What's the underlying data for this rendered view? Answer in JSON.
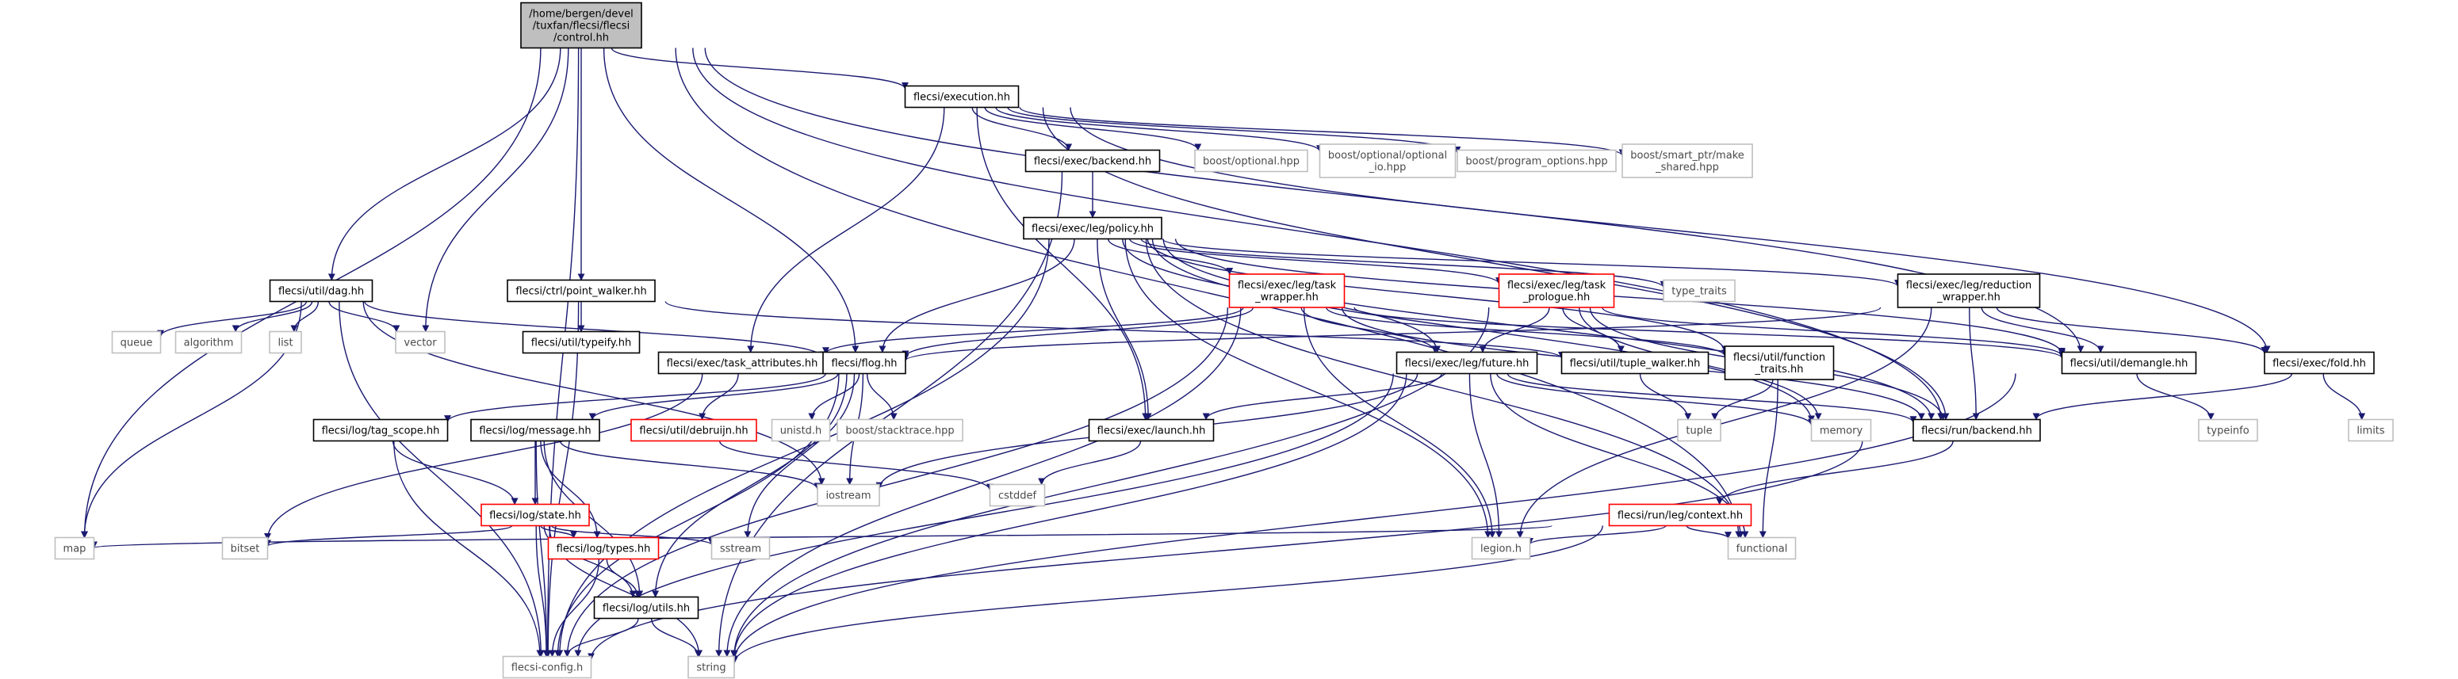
{
  "colors": {
    "edge": "#191970",
    "root_fill": "#bfbfbf",
    "red_border": "#ff0000",
    "grey_border": "#bfbfbf"
  },
  "nodes": [
    {
      "id": "control",
      "lines": [
        "/home/bergen/devel",
        "/tuxfan/flecsi/flecsi",
        "/control.hh"
      ],
      "style": "root"
    },
    {
      "id": "execution",
      "lines": [
        "flecsi/execution.hh"
      ],
      "style": "normal"
    },
    {
      "id": "dag",
      "lines": [
        "flecsi/util/dag.hh"
      ],
      "style": "normal"
    },
    {
      "id": "point_walker",
      "lines": [
        "flecsi/ctrl/point_walker.hh"
      ],
      "style": "normal"
    },
    {
      "id": "exec_backend",
      "lines": [
        "flecsi/exec/backend.hh"
      ],
      "style": "normal"
    },
    {
      "id": "boost_optional",
      "lines": [
        "boost/optional.hpp"
      ],
      "style": "grey"
    },
    {
      "id": "boost_optional_io",
      "lines": [
        "boost/optional/optional",
        "_io.hpp"
      ],
      "style": "grey"
    },
    {
      "id": "boost_program_options",
      "lines": [
        "boost/program_options.hpp"
      ],
      "style": "grey"
    },
    {
      "id": "boost_smart_ptr",
      "lines": [
        "boost/smart_ptr/make",
        "_shared.hpp"
      ],
      "style": "grey"
    },
    {
      "id": "policy",
      "lines": [
        "flecsi/exec/leg/policy.hh"
      ],
      "style": "normal"
    },
    {
      "id": "task_wrapper",
      "lines": [
        "flecsi/exec/leg/task",
        "_wrapper.hh"
      ],
      "style": "red"
    },
    {
      "id": "task_prologue",
      "lines": [
        "flecsi/exec/leg/task",
        "_prologue.hh"
      ],
      "style": "red"
    },
    {
      "id": "type_traits",
      "lines": [
        "type_traits"
      ],
      "style": "grey"
    },
    {
      "id": "reduction_wrapper",
      "lines": [
        "flecsi/exec/leg/reduction",
        "_wrapper.hh"
      ],
      "style": "normal"
    },
    {
      "id": "queue",
      "lines": [
        "queue"
      ],
      "style": "grey"
    },
    {
      "id": "algorithm",
      "lines": [
        "algorithm"
      ],
      "style": "grey"
    },
    {
      "id": "list",
      "lines": [
        "list"
      ],
      "style": "grey"
    },
    {
      "id": "vector",
      "lines": [
        "vector"
      ],
      "style": "grey"
    },
    {
      "id": "typeify",
      "lines": [
        "flecsi/util/typeify.hh"
      ],
      "style": "normal"
    },
    {
      "id": "task_attributes",
      "lines": [
        "flecsi/exec/task_attributes.hh"
      ],
      "style": "normal"
    },
    {
      "id": "flog",
      "lines": [
        "flecsi/flog.hh"
      ],
      "style": "normal"
    },
    {
      "id": "future",
      "lines": [
        "flecsi/exec/leg/future.hh"
      ],
      "style": "normal"
    },
    {
      "id": "tuple_walker",
      "lines": [
        "flecsi/util/tuple_walker.hh"
      ],
      "style": "normal"
    },
    {
      "id": "function_traits",
      "lines": [
        "flecsi/util/function",
        "_traits.hh"
      ],
      "style": "normal"
    },
    {
      "id": "demangle",
      "lines": [
        "flecsi/util/demangle.hh"
      ],
      "style": "normal"
    },
    {
      "id": "fold",
      "lines": [
        "flecsi/exec/fold.hh"
      ],
      "style": "normal"
    },
    {
      "id": "tag_scope",
      "lines": [
        "flecsi/log/tag_scope.hh"
      ],
      "style": "normal"
    },
    {
      "id": "message",
      "lines": [
        "flecsi/log/message.hh"
      ],
      "style": "normal"
    },
    {
      "id": "debruijn",
      "lines": [
        "flecsi/util/debruijn.hh"
      ],
      "style": "red"
    },
    {
      "id": "unistd",
      "lines": [
        "unistd.h"
      ],
      "style": "grey"
    },
    {
      "id": "stacktrace",
      "lines": [
        "boost/stacktrace.hpp"
      ],
      "style": "grey"
    },
    {
      "id": "launch",
      "lines": [
        "flecsi/exec/launch.hh"
      ],
      "style": "normal"
    },
    {
      "id": "tuple",
      "lines": [
        "tuple"
      ],
      "style": "grey"
    },
    {
      "id": "memory",
      "lines": [
        "memory"
      ],
      "style": "grey"
    },
    {
      "id": "run_backend",
      "lines": [
        "flecsi/run/backend.hh"
      ],
      "style": "normal"
    },
    {
      "id": "typeinfo",
      "lines": [
        "typeinfo"
      ],
      "style": "grey"
    },
    {
      "id": "limits",
      "lines": [
        "limits"
      ],
      "style": "grey"
    },
    {
      "id": "iostream",
      "lines": [
        "iostream"
      ],
      "style": "grey"
    },
    {
      "id": "cstddef",
      "lines": [
        "cstddef"
      ],
      "style": "grey"
    },
    {
      "id": "state",
      "lines": [
        "flecsi/log/state.hh"
      ],
      "style": "red"
    },
    {
      "id": "context",
      "lines": [
        "flecsi/run/leg/context.hh"
      ],
      "style": "red"
    },
    {
      "id": "map",
      "lines": [
        "map"
      ],
      "style": "grey"
    },
    {
      "id": "bitset",
      "lines": [
        "bitset"
      ],
      "style": "grey"
    },
    {
      "id": "sstream",
      "lines": [
        "sstream"
      ],
      "style": "grey"
    },
    {
      "id": "log_types",
      "lines": [
        "flecsi/log/types.hh"
      ],
      "style": "red"
    },
    {
      "id": "legion",
      "lines": [
        "legion.h"
      ],
      "style": "grey"
    },
    {
      "id": "functional",
      "lines": [
        "functional"
      ],
      "style": "grey"
    },
    {
      "id": "log_utils",
      "lines": [
        "flecsi/log/utils.hh"
      ],
      "style": "normal"
    },
    {
      "id": "config",
      "lines": [
        "flecsi-config.h"
      ],
      "style": "grey"
    },
    {
      "id": "string",
      "lines": [
        "string"
      ],
      "style": "grey"
    }
  ],
  "edges": [
    [
      "control",
      "execution"
    ],
    [
      "control",
      "dag"
    ],
    [
      "control",
      "point_walker"
    ],
    [
      "control",
      "vector"
    ],
    [
      "control",
      "map"
    ],
    [
      "control",
      "config"
    ],
    [
      "control",
      "flog"
    ],
    [
      "control",
      "demangle"
    ],
    [
      "control",
      "functional"
    ],
    [
      "control",
      "run_backend"
    ],
    [
      "execution",
      "exec_backend"
    ],
    [
      "execution",
      "boost_optional"
    ],
    [
      "execution",
      "boost_optional_io"
    ],
    [
      "execution",
      "boost_program_options"
    ],
    [
      "execution",
      "boost_smart_ptr"
    ],
    [
      "execution",
      "task_attributes"
    ],
    [
      "execution",
      "launch"
    ],
    [
      "execution",
      "fold"
    ],
    [
      "execution",
      "run_backend"
    ],
    [
      "exec_backend",
      "policy"
    ],
    [
      "exec_backend",
      "string"
    ],
    [
      "policy",
      "task_wrapper"
    ],
    [
      "policy",
      "task_prologue"
    ],
    [
      "policy",
      "type_traits"
    ],
    [
      "policy",
      "reduction_wrapper"
    ],
    [
      "policy",
      "flog"
    ],
    [
      "policy",
      "future"
    ],
    [
      "policy",
      "launch"
    ],
    [
      "policy",
      "function_traits"
    ],
    [
      "policy",
      "demangle"
    ],
    [
      "policy",
      "run_backend"
    ],
    [
      "policy",
      "memory"
    ],
    [
      "policy",
      "legion"
    ],
    [
      "policy",
      "functional"
    ],
    [
      "policy",
      "config"
    ],
    [
      "dag",
      "queue"
    ],
    [
      "dag",
      "algorithm"
    ],
    [
      "dag",
      "list"
    ],
    [
      "dag",
      "vector"
    ],
    [
      "dag",
      "map"
    ],
    [
      "dag",
      "flog"
    ],
    [
      "dag",
      "iostream"
    ],
    [
      "dag",
      "config"
    ],
    [
      "point_walker",
      "typeify"
    ],
    [
      "point_walker",
      "tuple_walker"
    ],
    [
      "point_walker",
      "config"
    ],
    [
      "task_wrapper",
      "flog"
    ],
    [
      "task_wrapper",
      "future"
    ],
    [
      "task_wrapper",
      "task_attributes"
    ],
    [
      "task_wrapper",
      "function_traits"
    ],
    [
      "task_wrapper",
      "demangle"
    ],
    [
      "task_wrapper",
      "legion"
    ],
    [
      "task_wrapper",
      "string"
    ],
    [
      "task_wrapper",
      "config"
    ],
    [
      "task_wrapper",
      "run_backend"
    ],
    [
      "task_prologue",
      "future"
    ],
    [
      "task_prologue",
      "tuple_walker"
    ],
    [
      "task_prologue",
      "demangle"
    ],
    [
      "task_prologue",
      "run_backend"
    ],
    [
      "task_prologue",
      "memory"
    ],
    [
      "task_prologue",
      "string"
    ],
    [
      "reduction_wrapper",
      "flog"
    ],
    [
      "reduction_wrapper",
      "demangle"
    ],
    [
      "reduction_wrapper",
      "fold"
    ],
    [
      "reduction_wrapper",
      "run_backend"
    ],
    [
      "reduction_wrapper",
      "legion"
    ],
    [
      "task_attributes",
      "debruijn"
    ],
    [
      "task_attributes",
      "bitset"
    ],
    [
      "flog",
      "tag_scope"
    ],
    [
      "flog",
      "message"
    ],
    [
      "flog",
      "unistd"
    ],
    [
      "flog",
      "stacktrace"
    ],
    [
      "flog",
      "iostream"
    ],
    [
      "flog",
      "sstream"
    ],
    [
      "flog",
      "log_utils"
    ],
    [
      "flog",
      "config"
    ],
    [
      "future",
      "launch"
    ],
    [
      "future",
      "memory"
    ],
    [
      "future",
      "run_backend"
    ],
    [
      "future",
      "iostream"
    ],
    [
      "future",
      "legion"
    ],
    [
      "future",
      "functional"
    ],
    [
      "future",
      "string"
    ],
    [
      "future",
      "config"
    ],
    [
      "tuple_walker",
      "tuple"
    ],
    [
      "function_traits",
      "tuple"
    ],
    [
      "function_traits",
      "functional"
    ],
    [
      "demangle",
      "typeinfo"
    ],
    [
      "demangle",
      "string"
    ],
    [
      "fold",
      "limits"
    ],
    [
      "fold",
      "run_backend"
    ],
    [
      "tag_scope",
      "state"
    ],
    [
      "tag_scope",
      "config"
    ],
    [
      "message",
      "state"
    ],
    [
      "message",
      "iostream"
    ],
    [
      "message",
      "log_types"
    ],
    [
      "message",
      "log_utils"
    ],
    [
      "message",
      "config"
    ],
    [
      "debruijn",
      "cstddef"
    ],
    [
      "launch",
      "cstddef"
    ],
    [
      "run_backend",
      "context"
    ],
    [
      "run_backend",
      "config"
    ],
    [
      "state",
      "bitset"
    ],
    [
      "state",
      "sstream"
    ],
    [
      "state",
      "log_types"
    ],
    [
      "state",
      "log_utils"
    ],
    [
      "state",
      "config"
    ],
    [
      "state",
      "string"
    ],
    [
      "context",
      "map"
    ],
    [
      "context",
      "legion"
    ],
    [
      "context",
      "functional"
    ],
    [
      "context",
      "string"
    ],
    [
      "log_types",
      "log_utils"
    ],
    [
      "log_types",
      "config"
    ],
    [
      "log_utils",
      "config"
    ],
    [
      "log_utils",
      "string"
    ]
  ]
}
